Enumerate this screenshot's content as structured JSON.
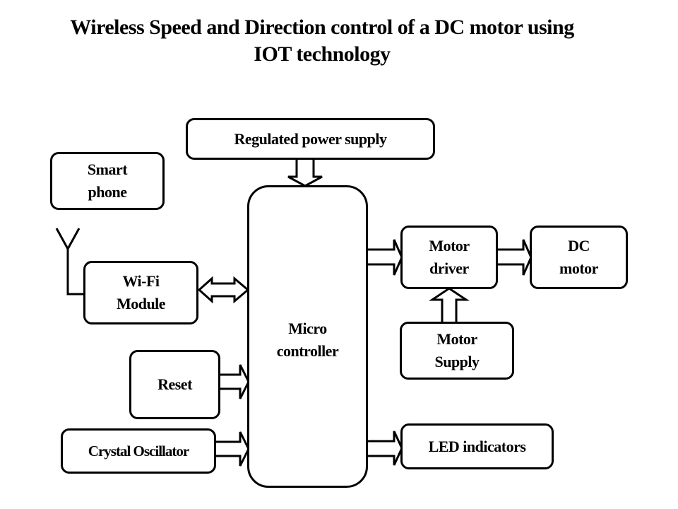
{
  "title": {
    "line1": "Wireless Speed and Direction control of a DC motor using",
    "line2": "IOT technology"
  },
  "blocks": {
    "power_supply": "Regulated power supply",
    "smart_phone": "Smart\nphone",
    "wifi_module": "Wi-Fi\nModule",
    "microcontroller": "Micro\ncontroller",
    "motor_driver": "Motor\ndriver",
    "dc_motor": "DC\nmotor",
    "motor_supply": "Motor\nSupply",
    "reset": "Reset",
    "crystal_oscillator": "Crystal Oscillator",
    "led_indicators": "LED indicators"
  },
  "connections": [
    {
      "from": "Regulated power supply",
      "to": "Micro controller",
      "type": "arrow"
    },
    {
      "from": "Wi-Fi Module",
      "to": "Micro controller",
      "type": "bidirectional-arrow"
    },
    {
      "from": "Reset",
      "to": "Micro controller",
      "type": "arrow"
    },
    {
      "from": "Crystal Oscillator",
      "to": "Micro controller",
      "type": "arrow"
    },
    {
      "from": "Micro controller",
      "to": "Motor driver",
      "type": "arrow"
    },
    {
      "from": "Motor driver",
      "to": "DC motor",
      "type": "arrow"
    },
    {
      "from": "Motor Supply",
      "to": "Motor driver",
      "type": "arrow"
    },
    {
      "from": "Micro controller",
      "to": "LED indicators",
      "type": "arrow"
    },
    {
      "from": "Wi-Fi Module",
      "to": "antenna",
      "type": "line"
    }
  ]
}
